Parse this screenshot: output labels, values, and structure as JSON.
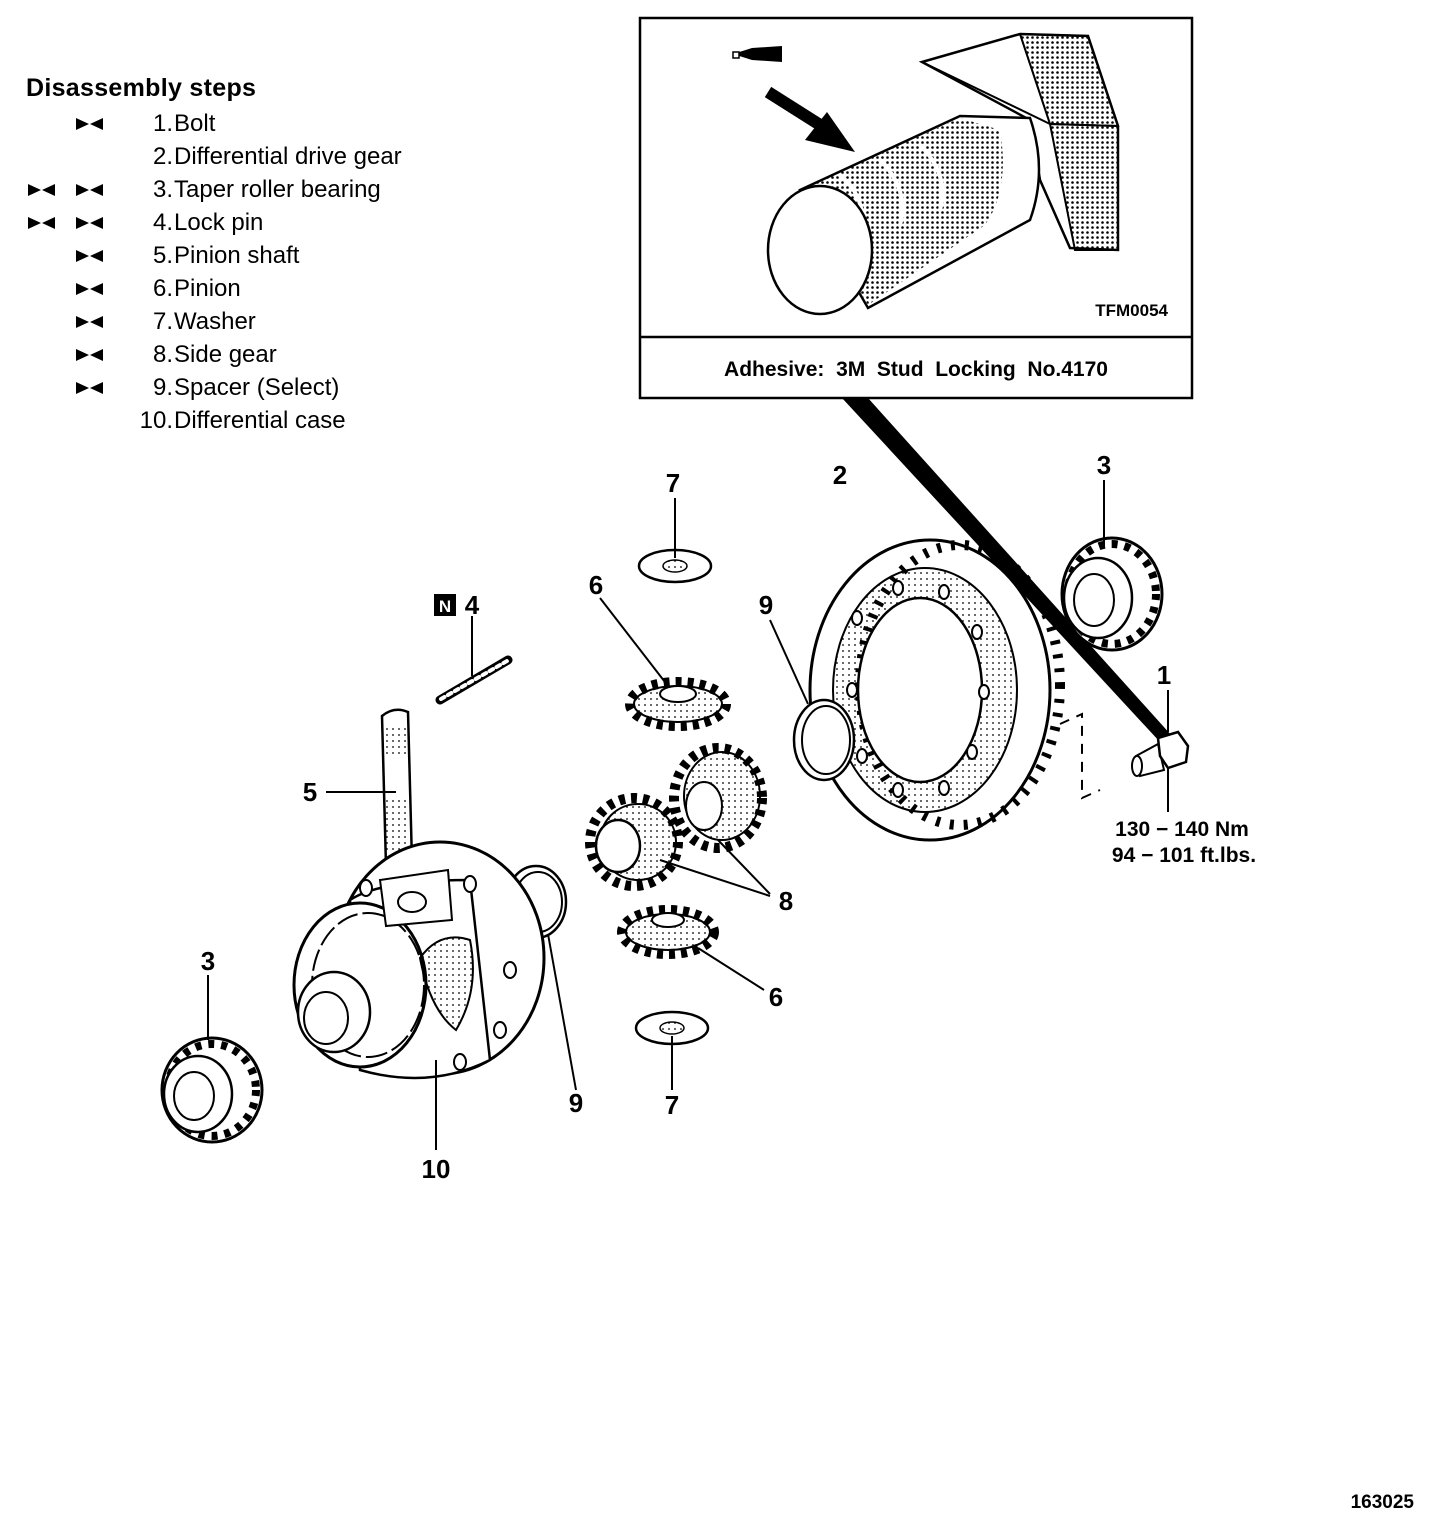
{
  "disassembly": {
    "title": "Disassembly steps",
    "steps": [
      {
        "num": "1.",
        "label": "Bolt",
        "marks": "one"
      },
      {
        "num": "2.",
        "label": "Differential drive gear",
        "marks": "none"
      },
      {
        "num": "3.",
        "label": "Taper roller bearing",
        "marks": "two"
      },
      {
        "num": "4.",
        "label": "Lock pin",
        "marks": "two"
      },
      {
        "num": "5.",
        "label": "Pinion shaft",
        "marks": "one"
      },
      {
        "num": "6.",
        "label": "Pinion",
        "marks": "one"
      },
      {
        "num": "7.",
        "label": "Washer",
        "marks": "one"
      },
      {
        "num": "8.",
        "label": "Side gear",
        "marks": "one"
      },
      {
        "num": "9.",
        "label": "Spacer (Select)",
        "marks": "one"
      },
      {
        "num": "10.",
        "label": "Differential case",
        "marks": "none"
      }
    ]
  },
  "inset": {
    "code": "TFM0054",
    "adhesive": "Adhesive:  3M  Stud  Locking  No.4170"
  },
  "callouts": {
    "c1": "1",
    "c2": "2",
    "c3a": "3",
    "c3b": "3",
    "c4": "4",
    "c4_badge": "N",
    "c5": "5",
    "c6a": "6",
    "c6b": "6",
    "c7a": "7",
    "c7b": "7",
    "c8": "8",
    "c9a": "9",
    "c9b": "9",
    "c10": "10"
  },
  "torque": {
    "metric": "130 − 140 Nm",
    "imperial": "94 − 101 ft.lbs."
  },
  "figure_id": "163025",
  "colors": {
    "ink": "#000000",
    "paper": "#ffffff",
    "shade": "#bdbdbd"
  }
}
